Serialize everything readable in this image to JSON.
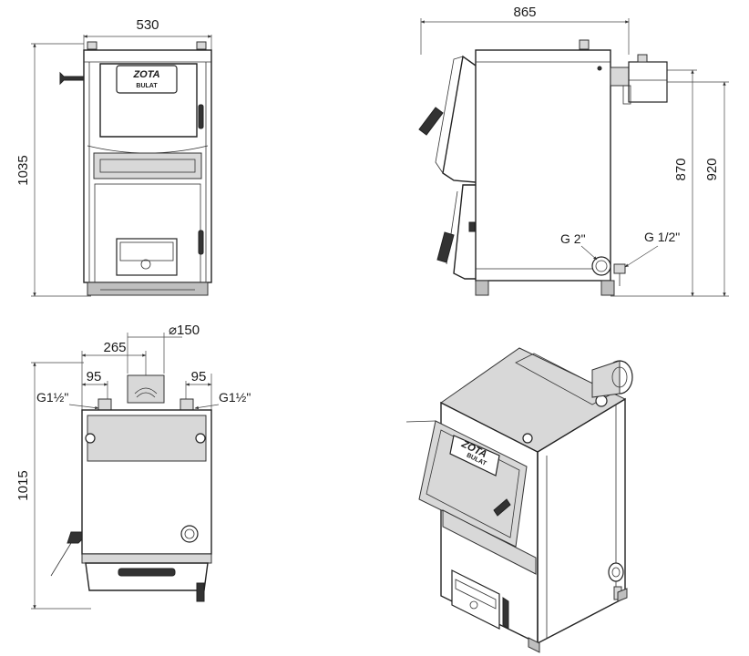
{
  "front_view": {
    "width_dim": "530",
    "height_dim": "1035",
    "brand": "ZOTA",
    "model": "BULAT"
  },
  "side_view": {
    "depth_dim": "865",
    "flow_height_dim": "870",
    "outlet_height_dim": "920",
    "return_label": "G 2\"",
    "drain_label": "G 1/2\""
  },
  "top_view": {
    "flue_diameter_dim": "⌀150",
    "flue_offset_dim": "265",
    "left_pipe_offset_dim": "95",
    "right_pipe_offset_dim": "95",
    "left_pipe_label": "G1½\"",
    "right_pipe_label": "G1½\"",
    "depth_dim": "1015"
  },
  "iso_view": {
    "brand": "ZOTA",
    "model": "BULAT"
  }
}
